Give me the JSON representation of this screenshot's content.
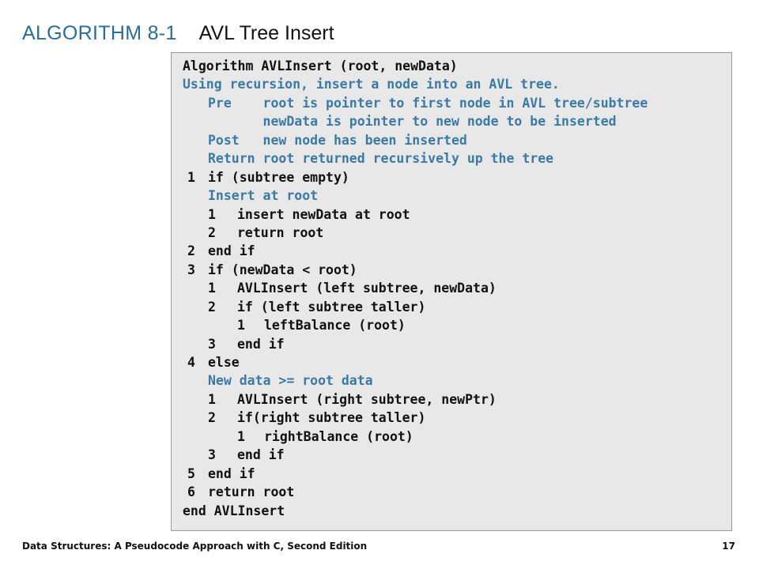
{
  "title": {
    "label": "ALGORITHM 8-1",
    "name": "AVL Tree Insert"
  },
  "code": [
    {
      "num": "",
      "text": "Algorithm AVLInsert (root, newData)",
      "indent": 0,
      "comment": false
    },
    {
      "num": "",
      "text": "Using recursion, insert a node into an AVL tree.",
      "indent": 0,
      "comment": true
    },
    {
      "num": "",
      "text": "Pre    root is pointer to first node in AVL tree/subtree",
      "indent": 1,
      "comment": true
    },
    {
      "num": "",
      "text": "       newData is pointer to new node to be inserted",
      "indent": 1,
      "comment": true
    },
    {
      "num": "",
      "text": "Post   new node has been inserted",
      "indent": 1,
      "comment": true
    },
    {
      "num": "",
      "text": "Return root returned recursively up the tree",
      "indent": 1,
      "comment": true
    },
    {
      "num": "1",
      "text": "if (subtree empty)",
      "indent": 1,
      "comment": false
    },
    {
      "num": "",
      "text": "Insert at root",
      "indent": 1,
      "comment": true
    },
    {
      "num": "1",
      "text": "insert newData at root",
      "indent": 2,
      "comment": false
    },
    {
      "num": "2",
      "text": "return root",
      "indent": 2,
      "comment": false
    },
    {
      "num": "2",
      "text": "end if",
      "indent": 1,
      "comment": false
    },
    {
      "num": "3",
      "text": "if (newData < root)",
      "indent": 1,
      "comment": false
    },
    {
      "num": "1",
      "text": "AVLInsert (left subtree, newData)",
      "indent": 2,
      "comment": false
    },
    {
      "num": "2",
      "text": "if (left subtree taller)",
      "indent": 2,
      "comment": false
    },
    {
      "num": "1",
      "text": "leftBalance (root)",
      "indent": 3,
      "comment": false
    },
    {
      "num": "3",
      "text": "end if",
      "indent": 2,
      "comment": false
    },
    {
      "num": "4",
      "text": "else",
      "indent": 1,
      "comment": false
    },
    {
      "num": "",
      "text": "New data >= root data",
      "indent": 1,
      "comment": true
    },
    {
      "num": "1",
      "text": "AVLInsert (right subtree, newPtr)",
      "indent": 2,
      "comment": false
    },
    {
      "num": "2",
      "text": "if(right subtree taller)",
      "indent": 2,
      "comment": false
    },
    {
      "num": "1",
      "text": "rightBalance (root)",
      "indent": 3,
      "comment": false
    },
    {
      "num": "3",
      "text": "end if",
      "indent": 2,
      "comment": false
    },
    {
      "num": "5",
      "text": "end if",
      "indent": 1,
      "comment": false
    },
    {
      "num": "6",
      "text": "return root",
      "indent": 1,
      "comment": false
    },
    {
      "num": "",
      "text": "end AVLInsert",
      "indent": 0,
      "comment": false
    }
  ],
  "footer": {
    "left": "Data Structures: A Pseudocode Approach with C, Second Edition",
    "page": "17"
  }
}
